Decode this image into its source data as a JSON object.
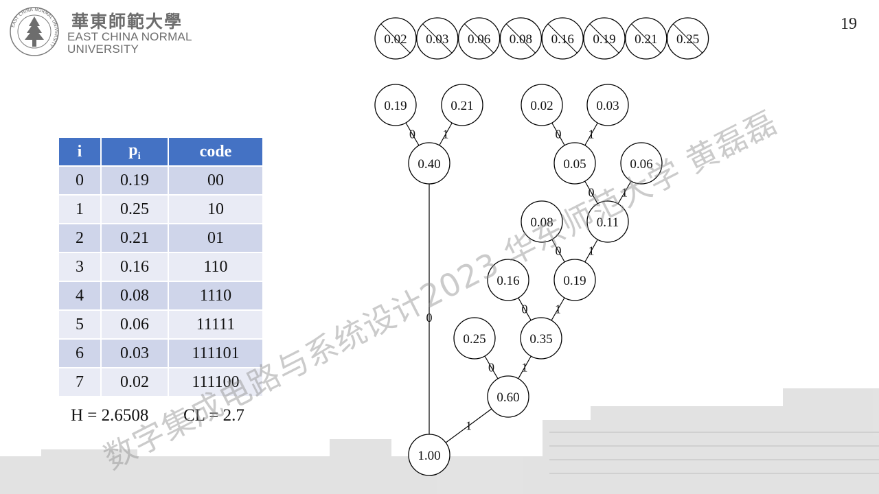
{
  "logo": {
    "cn_name": "華東師範大學",
    "en_line1": "EAST CHINA NORMAL",
    "en_line2": "UNIVERSITY",
    "ring_text": "EAST CHINA NORMAL UNIVERSITY"
  },
  "page_number": "19",
  "table": {
    "headers": {
      "i": "i",
      "p_base": "p",
      "p_sub": "i",
      "code": "code"
    },
    "rows": [
      {
        "i": "0",
        "p": "0.19",
        "code": "00"
      },
      {
        "i": "1",
        "p": "0.25",
        "code": "10"
      },
      {
        "i": "2",
        "p": "0.21",
        "code": "01"
      },
      {
        "i": "3",
        "p": "0.16",
        "code": "110"
      },
      {
        "i": "4",
        "p": "0.08",
        "code": "1110"
      },
      {
        "i": "5",
        "p": "0.06",
        "code": "11111"
      },
      {
        "i": "6",
        "p": "0.03",
        "code": "111101"
      },
      {
        "i": "7",
        "p": "0.02",
        "code": "111100"
      }
    ]
  },
  "entropy": "H = 2.6508",
  "code_length": "CL = 2.7",
  "watermark": "数字集成电路与系统设计2023 华东师范大学 黄磊磊",
  "crossed_list": [
    "0.02",
    "0.03",
    "0.06",
    "0.08",
    "0.16",
    "0.19",
    "0.21",
    "0.25"
  ],
  "tree": {
    "nodes": [
      {
        "id": "n019a",
        "label": "0.19"
      },
      {
        "id": "n021",
        "label": "0.21"
      },
      {
        "id": "n002",
        "label": "0.02"
      },
      {
        "id": "n003",
        "label": "0.03"
      },
      {
        "id": "n040",
        "label": "0.40"
      },
      {
        "id": "n005",
        "label": "0.05"
      },
      {
        "id": "n006",
        "label": "0.06"
      },
      {
        "id": "n008",
        "label": "0.08"
      },
      {
        "id": "n011",
        "label": "0.11"
      },
      {
        "id": "n016",
        "label": "0.16"
      },
      {
        "id": "n019b",
        "label": "0.19"
      },
      {
        "id": "n025",
        "label": "0.25"
      },
      {
        "id": "n035",
        "label": "0.35"
      },
      {
        "id": "n060",
        "label": "0.60"
      },
      {
        "id": "n100",
        "label": "1.00"
      }
    ],
    "edges": [
      {
        "from": "n019a",
        "to": "n040",
        "bit": "0"
      },
      {
        "from": "n021",
        "to": "n040",
        "bit": "1"
      },
      {
        "from": "n002",
        "to": "n005",
        "bit": "0"
      },
      {
        "from": "n003",
        "to": "n005",
        "bit": "1"
      },
      {
        "from": "n005",
        "to": "n011",
        "bit": "0"
      },
      {
        "from": "n006",
        "to": "n011",
        "bit": "1"
      },
      {
        "from": "n008",
        "to": "n019b",
        "bit": "0"
      },
      {
        "from": "n011",
        "to": "n019b",
        "bit": "1"
      },
      {
        "from": "n016",
        "to": "n035",
        "bit": "0"
      },
      {
        "from": "n019b",
        "to": "n035",
        "bit": "1"
      },
      {
        "from": "n025",
        "to": "n060",
        "bit": "0"
      },
      {
        "from": "n035",
        "to": "n060",
        "bit": "1"
      },
      {
        "from": "n040",
        "to": "n100",
        "bit": "0"
      },
      {
        "from": "n060",
        "to": "n100",
        "bit": "1"
      }
    ]
  },
  "colors": {
    "table_header": "#4472c4",
    "row_dark": "#cfd5ea",
    "row_light": "#e9ebf5",
    "text": "#111111"
  }
}
